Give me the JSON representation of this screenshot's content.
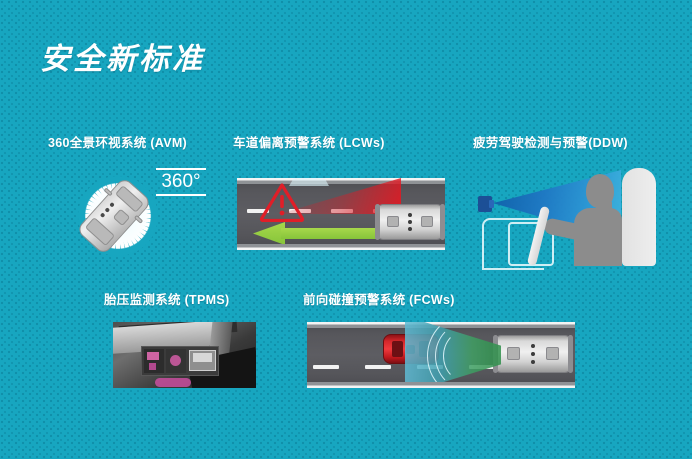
{
  "page": {
    "title": "安全新标准",
    "background_color": "#17a6c0",
    "text_color": "#ffffff"
  },
  "sections": [
    {
      "id": "avm",
      "caption": "360全景环视系统 (AVM)",
      "badge": "360°",
      "icon": "radial-burst-top-down-car",
      "colors": {
        "rays": "#ffffff",
        "car": "#d0d0d0"
      }
    },
    {
      "id": "lcws",
      "caption": "车道偏离预警系统 (LCWs)",
      "icon": "road-lane-departure",
      "elements": [
        "warning-triangle",
        "red-beam",
        "green-left-arrow",
        "top-down-car"
      ],
      "colors": {
        "road": "#5a5a5f",
        "warning": "#e01e28",
        "arrow": "#97cf42",
        "beam": "#e1192380"
      }
    },
    {
      "id": "ddw",
      "caption": "疲劳驾驶检测与预警(DDW)",
      "icon": "driver-monitor-camera",
      "elements": [
        "camera",
        "blue-cone",
        "driver-silhouette",
        "steering-wheel",
        "seat"
      ],
      "colors": {
        "cone": "#1f78c4",
        "driver": "#8c8c8c",
        "seat": "#eaeaea",
        "outline": "#cfeef4"
      }
    },
    {
      "id": "tpms",
      "caption": "胎压监测系统 (TPMS)",
      "icon": "dashboard-photo",
      "elements": [
        "console-display",
        "gauge-panel",
        "indicator-badge"
      ],
      "colors": {
        "photo": "#4a4a4a",
        "accent": "#d45ba8"
      }
    },
    {
      "id": "fcws",
      "caption": "前向碰撞预警系统 (FCWs)",
      "icon": "road-forward-collision",
      "elements": [
        "red-car-ahead",
        "radar-cone",
        "radar-arcs",
        "top-down-car"
      ],
      "colors": {
        "road": "#5a5a5f",
        "lead_car": "#d4272b",
        "radar_near": "#2f8f4a",
        "radar_far": "#5fbcd6"
      }
    }
  ]
}
